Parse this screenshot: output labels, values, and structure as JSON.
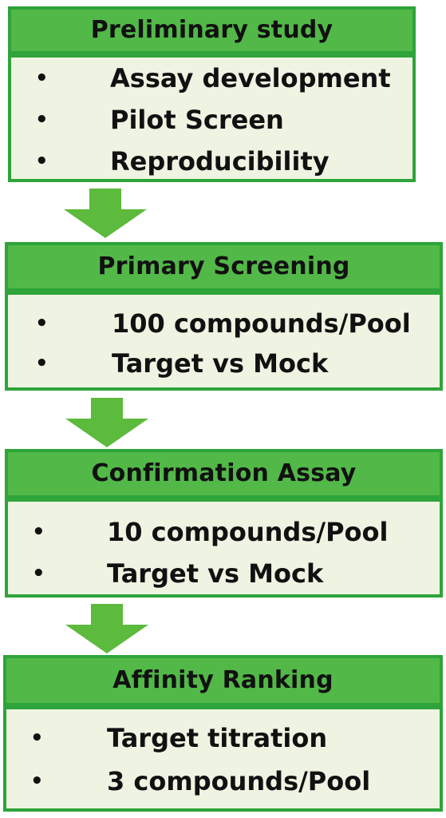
{
  "stages": [
    {
      "title": "Preliminary study",
      "items": [
        "Assay development",
        "Pilot Screen",
        "Reproducibility"
      ]
    },
    {
      "title": "Primary Screening",
      "items": [
        "100 compounds/Pool",
        "Target vs Mock"
      ]
    },
    {
      "title": "Confirmation Assay",
      "items": [
        "10 compounds/Pool",
        "Target vs Mock"
      ]
    },
    {
      "title": "Affinity Ranking",
      "items": [
        "Target titration",
        "3 compounds/Pool"
      ]
    }
  ],
  "bullet": "•",
  "colors": {
    "header_fill": "#52b848",
    "border": "#2ea43a",
    "body_fill": "#eef3e2",
    "arrow": "#5cba3c",
    "text": "#111111"
  }
}
